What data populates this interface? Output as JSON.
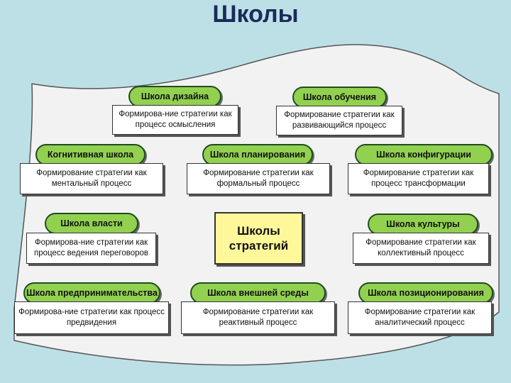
{
  "title": "Школы",
  "center": "Школы\nстратегий",
  "schools": [
    {
      "name": "Школа дизайна",
      "desc": "Формирова-ние стратегии как процесс осмысления"
    },
    {
      "name": "Школа обучения",
      "desc": "Формирование стратегии как развивающийся процесс"
    },
    {
      "name": "Когнитивная школа",
      "desc": "Формирование стратегии как ментальный процесс"
    },
    {
      "name": "Школа планирования",
      "desc": "Формирование стратегии как формальный процесс"
    },
    {
      "name": "Школа конфигурации",
      "desc": "Формирование стратегии как процесс трансформации"
    },
    {
      "name": "Школа власти",
      "desc": "Формирова-ние стратегии как процесс ведения переговоров"
    },
    {
      "name": "Школа культуры",
      "desc": "Формирование стратегии как коллективный процесс"
    },
    {
      "name": "Школа предпринимательства",
      "desc": "Формирова-ние стратегии как процесс предвидения"
    },
    {
      "name": "Школа внешней среды",
      "desc": "Формирование стратегии как реактивный процесс"
    },
    {
      "name": "Школа позиционирования",
      "desc": "Формирование стратегии как аналитический процесс"
    }
  ]
}
